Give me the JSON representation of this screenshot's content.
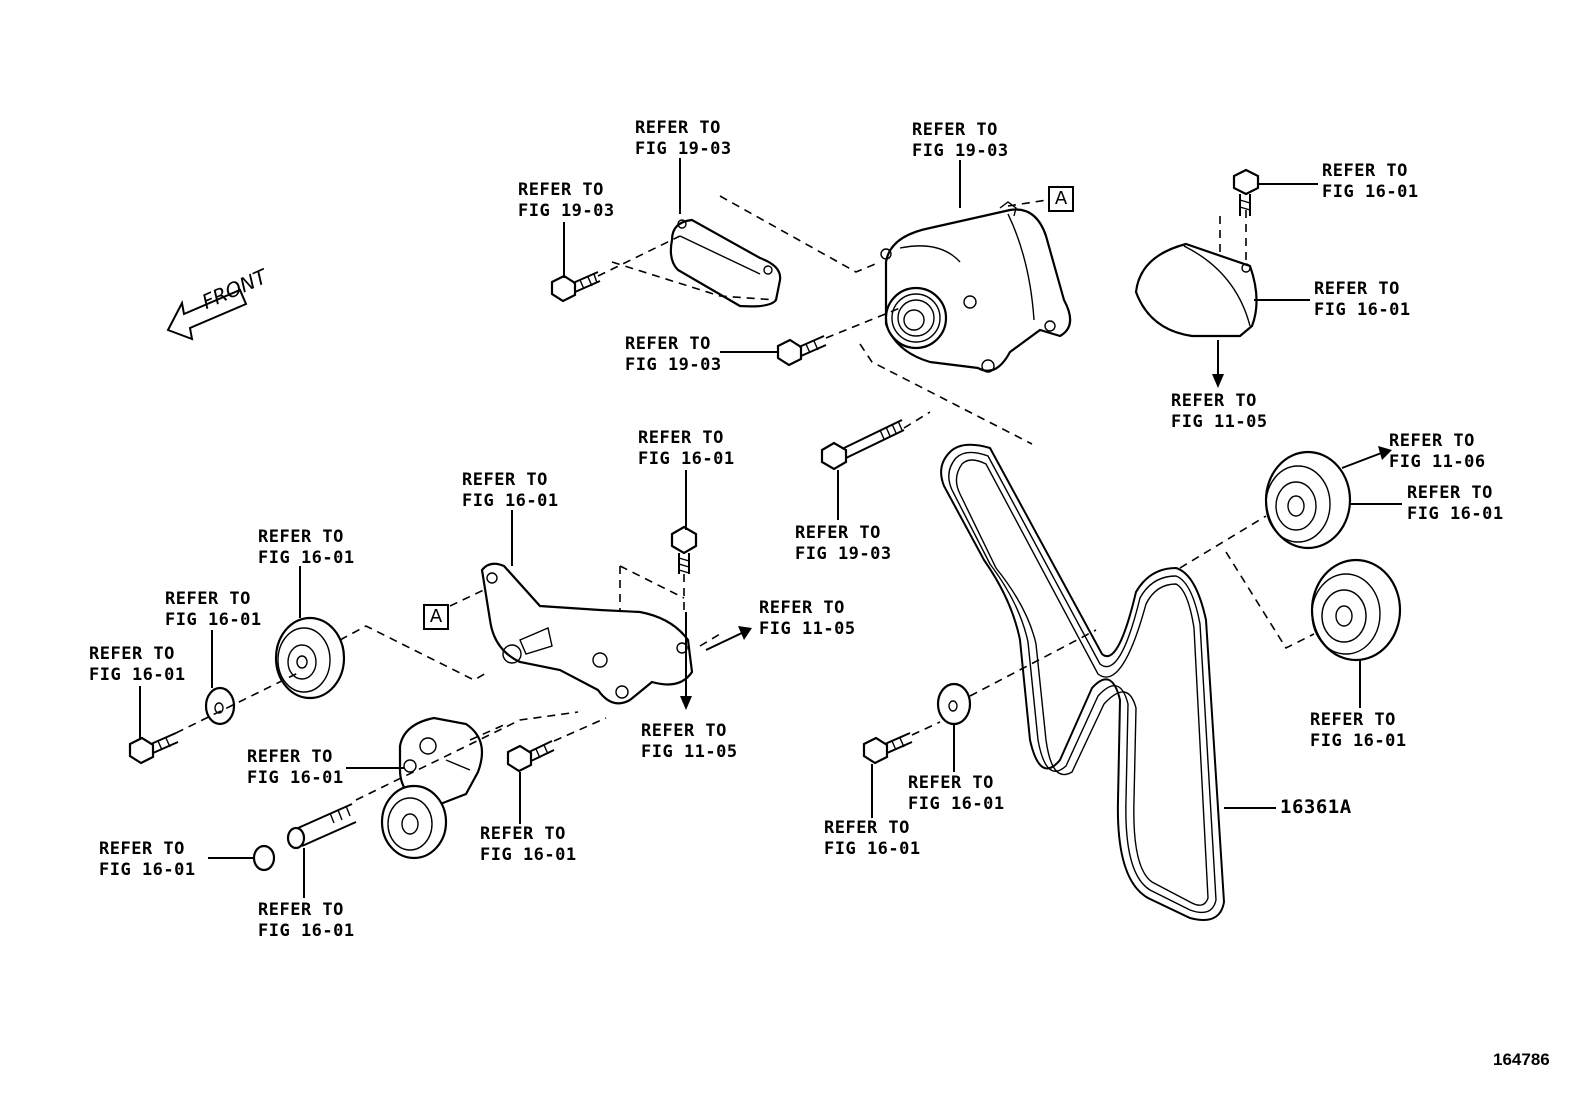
{
  "labels": {
    "belt_part": "16361A",
    "front": "FRONT",
    "marker_a": "A",
    "figure_number": "164786",
    "refs": [
      [
        "REFER TO",
        "FIG 19-03"
      ],
      [
        "REFER TO",
        "FIG 19-03"
      ],
      [
        "REFER TO",
        "FIG 19-03"
      ],
      [
        "REFER TO",
        "FIG 19-03"
      ],
      [
        "REFER TO",
        "FIG 19-03"
      ],
      [
        "REFER TO",
        "FIG 16-01"
      ],
      [
        "REFER TO",
        "FIG 16-01"
      ],
      [
        "REFER TO",
        "FIG 11-05"
      ],
      [
        "REFER TO",
        "FIG 11-06"
      ],
      [
        "REFER TO",
        "FIG 16-01"
      ],
      [
        "REFER TO",
        "FIG 16-01"
      ],
      [
        "REFER TO",
        "FIG 16-01"
      ],
      [
        "REFER TO",
        "FIG 16-01"
      ],
      [
        "REFER TO",
        "FIG 16-01"
      ],
      [
        "REFER TO",
        "FIG 16-01"
      ],
      [
        "REFER TO",
        "FIG 11-05"
      ],
      [
        "REFER TO",
        "FIG 11-05"
      ],
      [
        "REFER TO",
        "FIG 16-01"
      ],
      [
        "REFER TO",
        "FIG 16-01"
      ],
      [
        "REFER TO",
        "FIG 16-01"
      ],
      [
        "REFER TO",
        "FIG 16-01"
      ],
      [
        "REFER TO",
        "FIG 16-01"
      ],
      [
        "REFER TO",
        "FIG 16-01"
      ],
      [
        "REFER TO",
        "FIG 16-01"
      ]
    ]
  }
}
